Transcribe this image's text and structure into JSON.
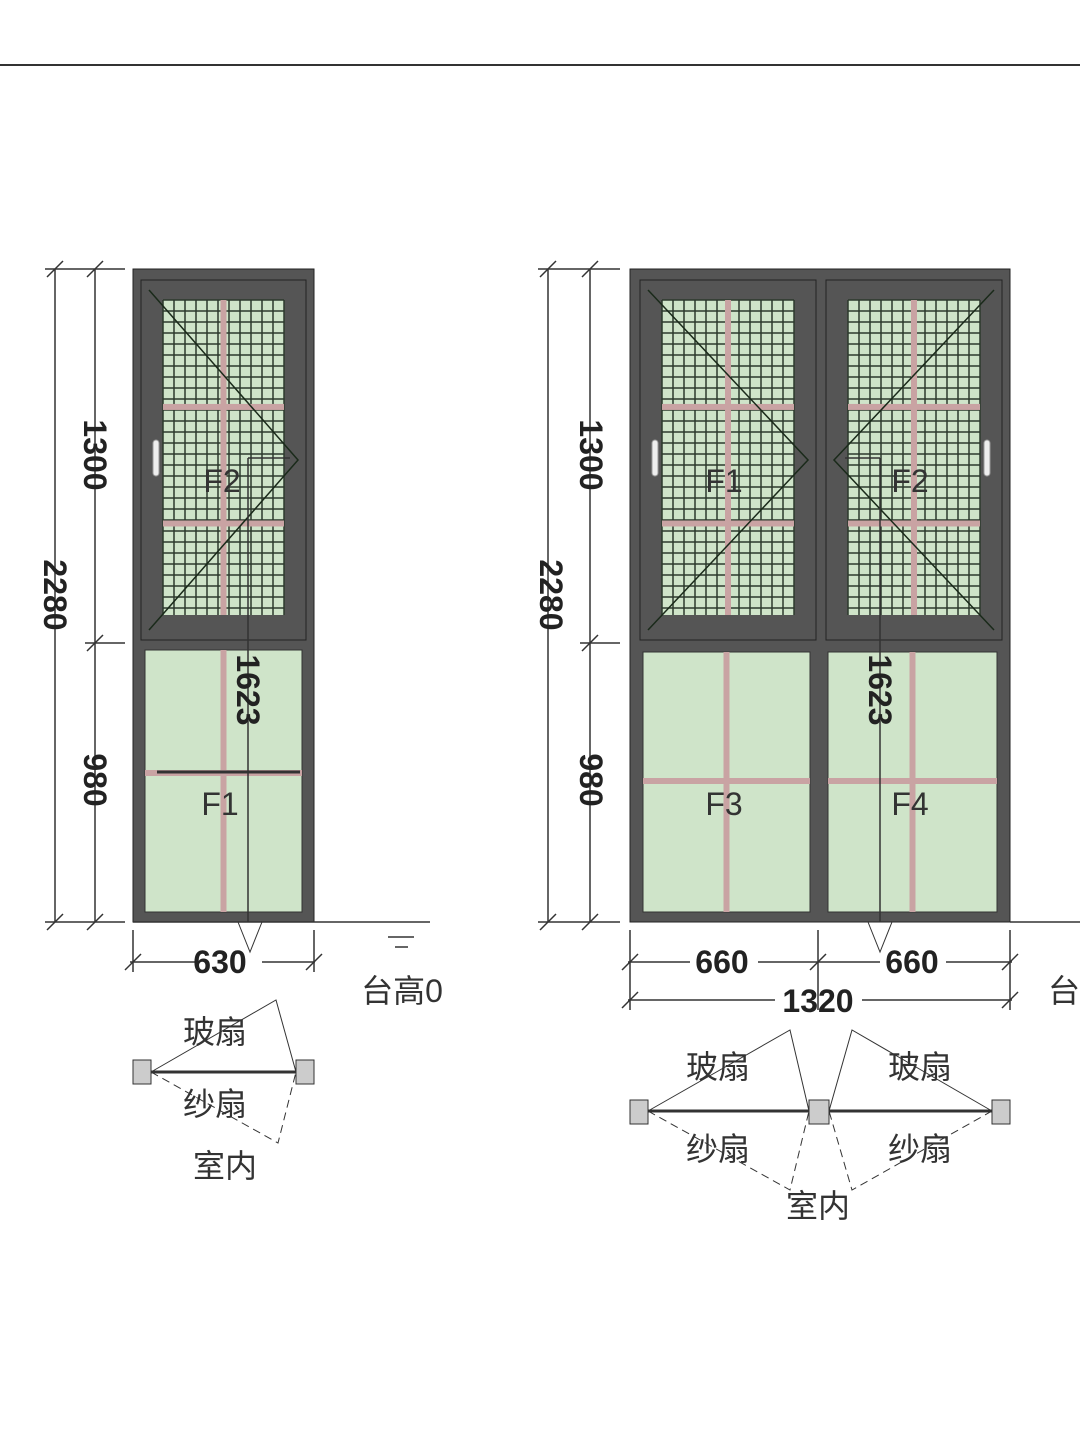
{
  "colors": {
    "frame": "#555555",
    "glass": "#cfe4c9",
    "mullion": "#c9a3a3",
    "mesh": "#2d3a2d",
    "line": "#333333"
  },
  "left_window": {
    "sash_labels": [
      "F2",
      "F1"
    ],
    "height_upper": "1300",
    "height_lower": "980",
    "height_total": "2280",
    "handle_height": "1623",
    "width": "630",
    "sill": "台高0",
    "plan": {
      "glass_sash": "玻扇",
      "screen_sash": "纱扇",
      "indoor": "室内"
    }
  },
  "right_window": {
    "sash_labels": [
      "F1",
      "F2",
      "F3",
      "F4"
    ],
    "height_upper": "1300",
    "height_lower": "980",
    "height_total": "2280",
    "handle_height": "1623",
    "width_left": "660",
    "width_right": "660",
    "width_total": "1320",
    "sill_clipped": "台",
    "plan": {
      "glass_sash_left": "玻扇",
      "glass_sash_right": "玻扇",
      "screen_sash_left": "纱扇",
      "screen_sash_right": "纱扇",
      "indoor": "室内"
    }
  }
}
